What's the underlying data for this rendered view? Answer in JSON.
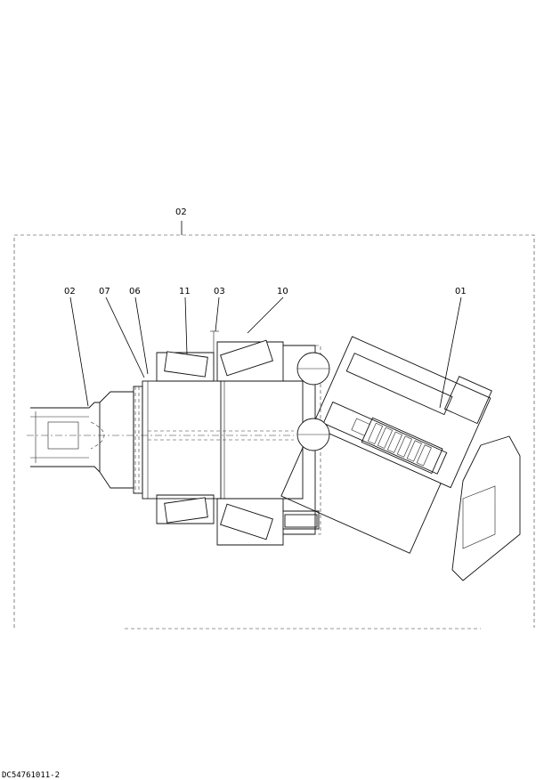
{
  "diagram": {
    "group_label": "02",
    "callouts": {
      "c02": "02",
      "c07": "07",
      "c06": "06",
      "c11": "11",
      "c03": "03",
      "c10": "10",
      "c01": "01"
    },
    "footer_code": "DC54761011-2"
  }
}
